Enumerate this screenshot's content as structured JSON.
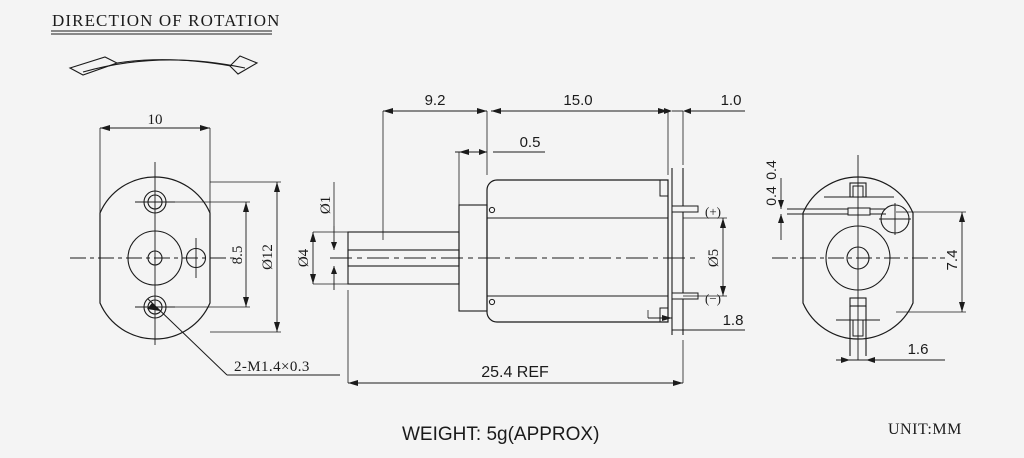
{
  "drawing": {
    "title": "DIRECTION OF ROTATION",
    "weight_note": "WEIGHT: 5g(APPROX)",
    "unit_note": "UNIT:MM",
    "overall_length": "25.4  REF",
    "thread_callout": "2-M1.4×0.3",
    "line_color": "#1b1b1b",
    "background_color": "#f4f4f4"
  },
  "front_view": {
    "name": "front-view",
    "dimensions": {
      "flat_width": "10",
      "hole_spacing": "8.5",
      "body_diameter": "Ø12"
    }
  },
  "side_view": {
    "name": "side-view",
    "dimensions": {
      "shaft_length": "9.2",
      "body_length": "15.0",
      "end_cap": "1.0",
      "boss_length": "0.5",
      "shaft_dia": "Ø1",
      "boss_dia": "Ø4",
      "terminal_spacing": "Ø5",
      "terminal_offset": "1.8",
      "overall": "25.4  REF"
    },
    "terminals": {
      "positive": "(+)",
      "negative": "(−)"
    }
  },
  "rear_view": {
    "name": "rear-view",
    "dimensions": {
      "tab_thickness_top": "0.4",
      "tab_thickness_bottom": "0.4",
      "tab_span": "7.4",
      "tab_width": "1.6"
    }
  }
}
